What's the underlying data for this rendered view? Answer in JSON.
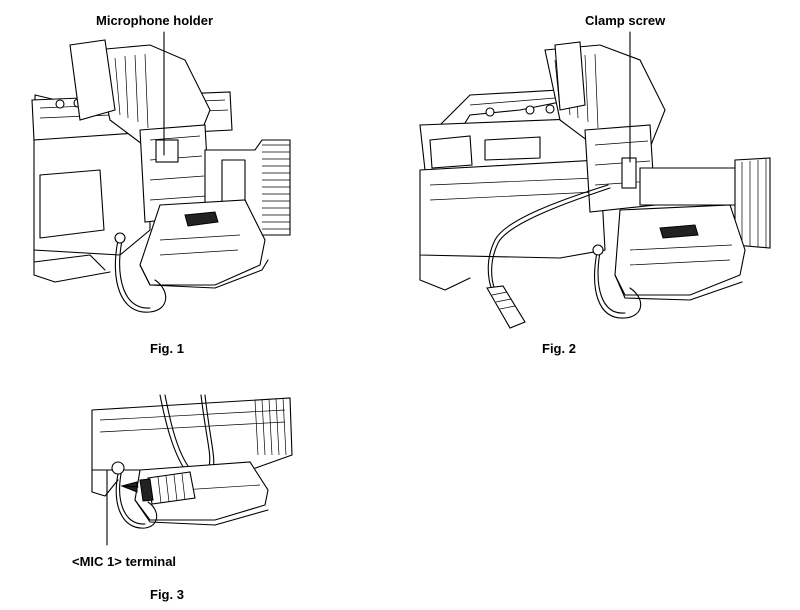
{
  "figures": [
    {
      "id": "fig1",
      "caption": "Fig. 1",
      "callout": "Microphone holder"
    },
    {
      "id": "fig2",
      "caption": "Fig. 2",
      "callout": "Clamp screw"
    },
    {
      "id": "fig3",
      "caption": "Fig. 3",
      "callout": "<MIC 1> terminal"
    }
  ]
}
